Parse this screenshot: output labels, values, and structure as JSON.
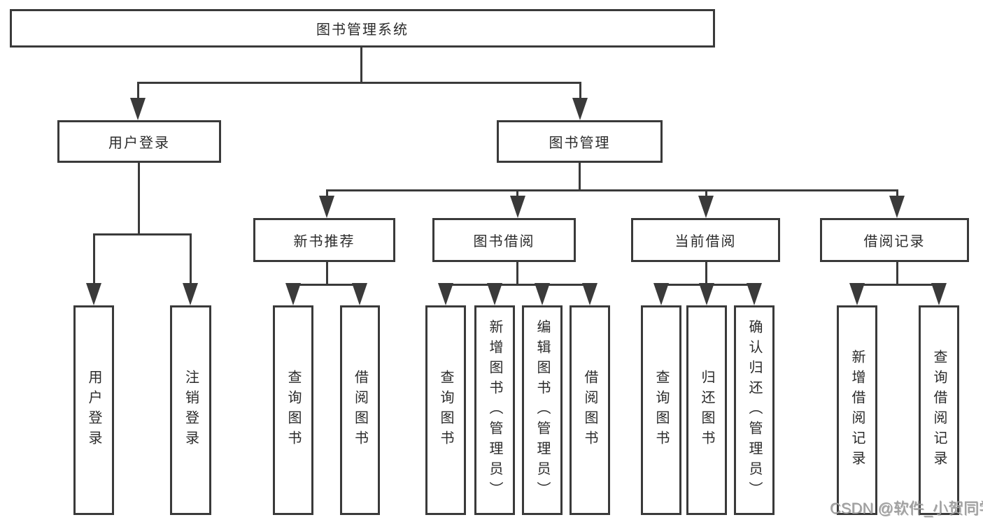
{
  "diagram_type": "tree-structure-chart",
  "colors": {
    "line": "#3a3a3a",
    "text": "#2b2b2b",
    "watermark": "#9f9f9f",
    "background": "#ffffff"
  },
  "tree": {
    "root": {
      "label": "图书管理系统"
    },
    "branches": [
      {
        "label": "用户登录",
        "children": [
          {
            "label": "用户登录"
          },
          {
            "label": "注销登录"
          }
        ]
      },
      {
        "label": "图书管理",
        "children": [
          {
            "label": "新书推荐",
            "children": [
              {
                "label": "查询图书"
              },
              {
                "label": "借阅图书"
              }
            ]
          },
          {
            "label": "图书借阅",
            "children": [
              {
                "label": "查询图书"
              },
              {
                "label": "新增图书（管理员）"
              },
              {
                "label": "编辑图书（管理员）"
              },
              {
                "label": "借阅图书"
              }
            ]
          },
          {
            "label": "当前借阅",
            "children": [
              {
                "label": "查询图书"
              },
              {
                "label": "归还图书"
              },
              {
                "label": "确认归还（管理员）"
              }
            ]
          },
          {
            "label": "借阅记录",
            "children": [
              {
                "label": "新增借阅记录"
              },
              {
                "label": "查询借阅记录"
              }
            ]
          }
        ]
      }
    ]
  },
  "watermark": {
    "text": "CSDN @软件_小贺同学"
  }
}
